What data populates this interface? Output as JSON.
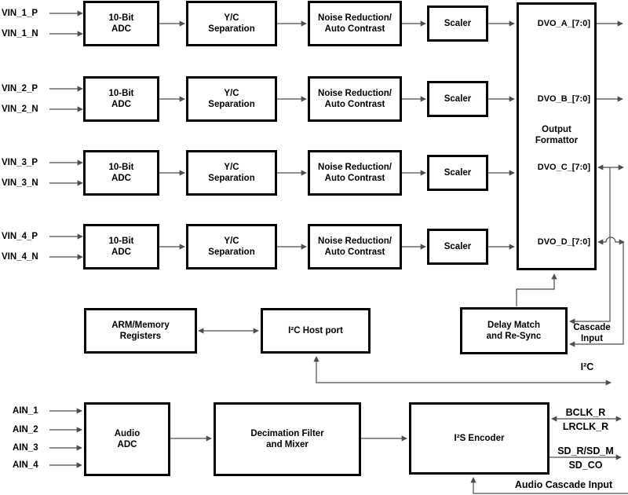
{
  "video": {
    "rows": [
      {
        "p": "VIN_1_P",
        "n": "VIN_1_N",
        "adc": "10-Bit\nADC",
        "yc": "Y/C\nSeparation",
        "nr": "Noise Reduction/\nAuto Contrast",
        "scaler": "Scaler"
      },
      {
        "p": "VIN_2_P",
        "n": "VIN_2_N",
        "adc": "10-Bit\nADC",
        "yc": "Y/C\nSeparation",
        "nr": "Noise Reduction/\nAuto Contrast",
        "scaler": "Scaler"
      },
      {
        "p": "VIN_3_P",
        "n": "VIN_3_N",
        "adc": "10-Bit\nADC",
        "yc": "Y/C\nSeparation",
        "nr": "Noise Reduction/\nAuto Contrast",
        "scaler": "Scaler"
      },
      {
        "p": "VIN_4_P",
        "n": "VIN_4_N",
        "adc": "10-Bit\nADC",
        "yc": "Y/C\nSeparation",
        "nr": "Noise Reduction/\nAuto Contrast",
        "scaler": "Scaler"
      }
    ],
    "formatter": {
      "title": "Output\nFormattor",
      "dvo_a": "DVO_A_[7:0]",
      "dvo_b": "DVO_B_[7:0]",
      "dvo_c": "DVO_C_[7:0]",
      "dvo_d": "DVO_D_[7:0]"
    }
  },
  "control": {
    "arm": "ARM/Memory\nRegisters",
    "i2c_host": "I²C Host port",
    "delay": "Delay Match\nand Re-Sync",
    "cascade": "Cascade\nInput",
    "i2c_pin": "I²C"
  },
  "audio": {
    "inputs": [
      "AIN_1",
      "AIN_2",
      "AIN_3",
      "AIN_4"
    ],
    "adc": "Audio\nADC",
    "decimation": "Decimation Filter\nand Mixer",
    "i2s": "I²S Encoder",
    "pins": {
      "bclk": "BCLK_R",
      "lrclk": "LRCLK_R",
      "sd": "SD_R/SD_M",
      "sdco": "SD_CO",
      "cascade": "Audio Cascade Input"
    }
  },
  "colors": {
    "wire": "#4d4d4d",
    "border": "#000000",
    "background": "#ffffff",
    "text": "#000000"
  }
}
